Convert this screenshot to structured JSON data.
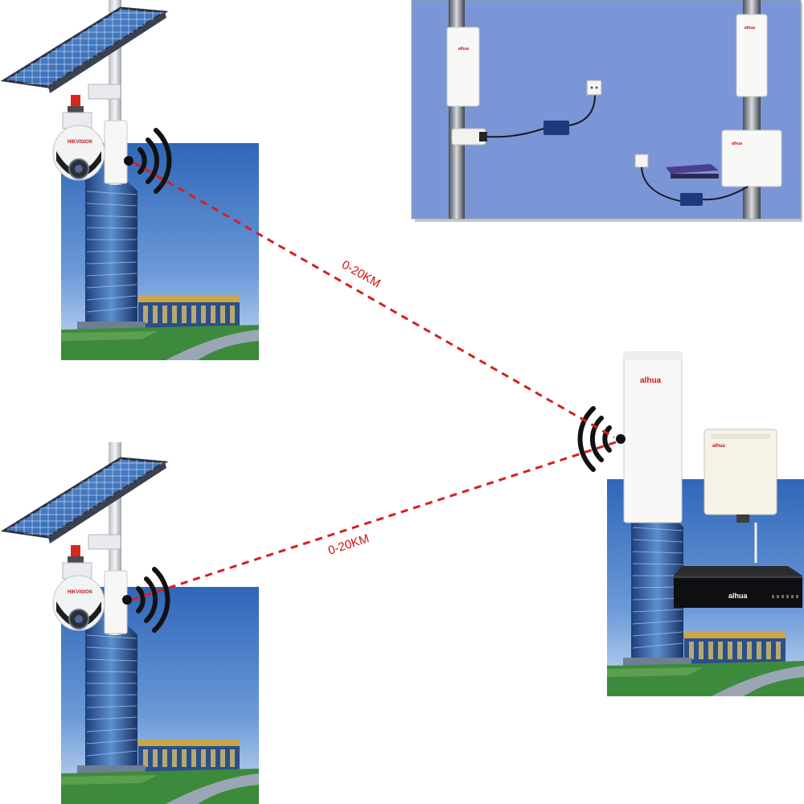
{
  "links": [
    {
      "label": "0-20KM"
    },
    {
      "label": "0-20KM"
    }
  ],
  "brands": {
    "camera": "HIKVISION",
    "bridge": "alhua",
    "nvr": "alhua"
  },
  "colors": {
    "link_line": "#d81e1e",
    "sky": "#3d74c4",
    "grass": "#3d8a3a",
    "inset_bg": "#7b96d6"
  },
  "icons": [
    "solar-panel-icon",
    "ptz-camera-icon",
    "wifi-signal-icon",
    "wireless-bridge-icon",
    "network-switch-icon",
    "poe-injector-icon",
    "nvr-icon"
  ]
}
